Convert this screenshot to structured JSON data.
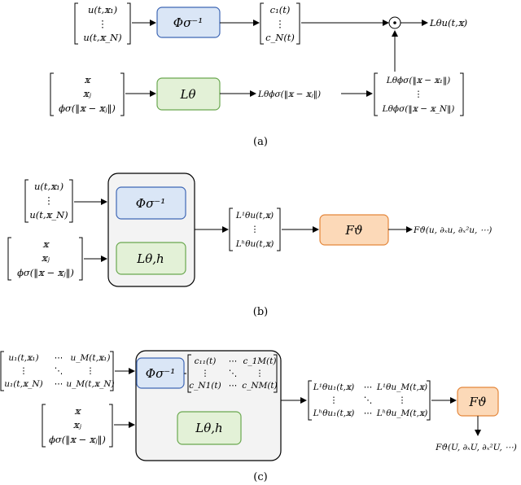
{
  "colors": {
    "phi_fill": "#dae6f6",
    "phi_stroke": "#3f67b5",
    "l_fill": "#e3f1d7",
    "l_stroke": "#6aa84f",
    "f_fill": "#fcd9b8",
    "f_stroke": "#e4863a",
    "panel_fill": "#f3f3f3",
    "panel_stroke": "#000000"
  },
  "a": {
    "input_top": [
      "u(t,𝕩₁)",
      "⋮",
      "u(t,𝕩_N)"
    ],
    "phi_label": "Φσ⁻¹",
    "coeffs": [
      "c₁(t)",
      "⋮",
      "c_N(t)"
    ],
    "odot": "⊙",
    "output": "Lθu(t,𝕩)",
    "input_bottom": [
      "𝕩",
      "𝕩ⱼ",
      "ϕσ(‖𝕩 − 𝕩ⱼ‖)"
    ],
    "l_label": "Lθ",
    "l_out": "Lθϕσ(‖𝕩 − 𝕩ⱼ‖)",
    "matrix": [
      "Lθϕσ(‖𝕩 − 𝕩₁‖)",
      "⋮",
      "Lθϕσ(‖𝕩 − 𝕩_N‖)"
    ],
    "caption": "(a)"
  },
  "b": {
    "input_top": [
      "u(t,𝕩₁)",
      "⋮",
      "u(t,𝕩_N)"
    ],
    "input_bottom": [
      "𝕩",
      "𝕩ⱼ",
      "ϕσ(‖𝕩 − 𝕩ⱼ‖)"
    ],
    "phi_label": "Φσ⁻¹",
    "l_label": "Lθ,h",
    "mid": [
      "L¹θu(t,𝕩)",
      "⋮",
      "Lʰθu(t,𝕩)"
    ],
    "f_label": "Fϑ",
    "output": "Fϑ(u, ∂ₓu, ∂ₓ²u, ⋯)",
    "caption": "(b)"
  },
  "c": {
    "input_top": [
      [
        "u₁(t,𝕩₁)",
        "⋯",
        "u_M(t,𝕩₁)"
      ],
      [
        "⋮",
        "⋱",
        "⋮"
      ],
      [
        "u₁(t,𝕩_N)",
        "⋯",
        "u_M(t,𝕩_N)"
      ]
    ],
    "input_bottom": [
      "𝕩",
      "𝕩ⱼ",
      "ϕσ(‖𝕩 − 𝕩ⱼ‖)"
    ],
    "phi_label": "Φσ⁻¹",
    "coeffs": [
      [
        "c₁₁(t)",
        "⋯",
        "c_1M(t)"
      ],
      [
        "⋮",
        "⋱",
        "⋮"
      ],
      [
        "c_N1(t)",
        "⋯",
        "c_NM(t)"
      ]
    ],
    "l_label": "Lθ,h",
    "mid": [
      [
        "L¹θu₁(t,𝕩)",
        "⋯",
        "L¹θu_M(t,𝕩)"
      ],
      [
        "⋮",
        "⋱",
        "⋮"
      ],
      [
        "Lʰθu₁(t,𝕩)",
        "⋯",
        "Lʰθu_M(t,𝕩)"
      ]
    ],
    "f_label": "Fϑ",
    "output": "Fϑ(U, ∂ₓU, ∂ₓ²U, ⋯)",
    "caption": "(c)"
  }
}
